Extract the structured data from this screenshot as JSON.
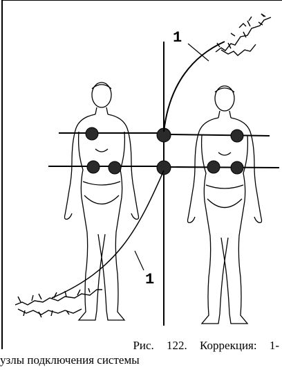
{
  "figure": {
    "callout_top": "1",
    "callout_bottom": "1",
    "colors": {
      "ink": "#000000",
      "dot": "#2a2a2a",
      "background": "#ffffff"
    }
  },
  "caption": {
    "line1": "Рис. 122. Коррекция: 1-",
    "line2": "узлы подключения системы"
  }
}
